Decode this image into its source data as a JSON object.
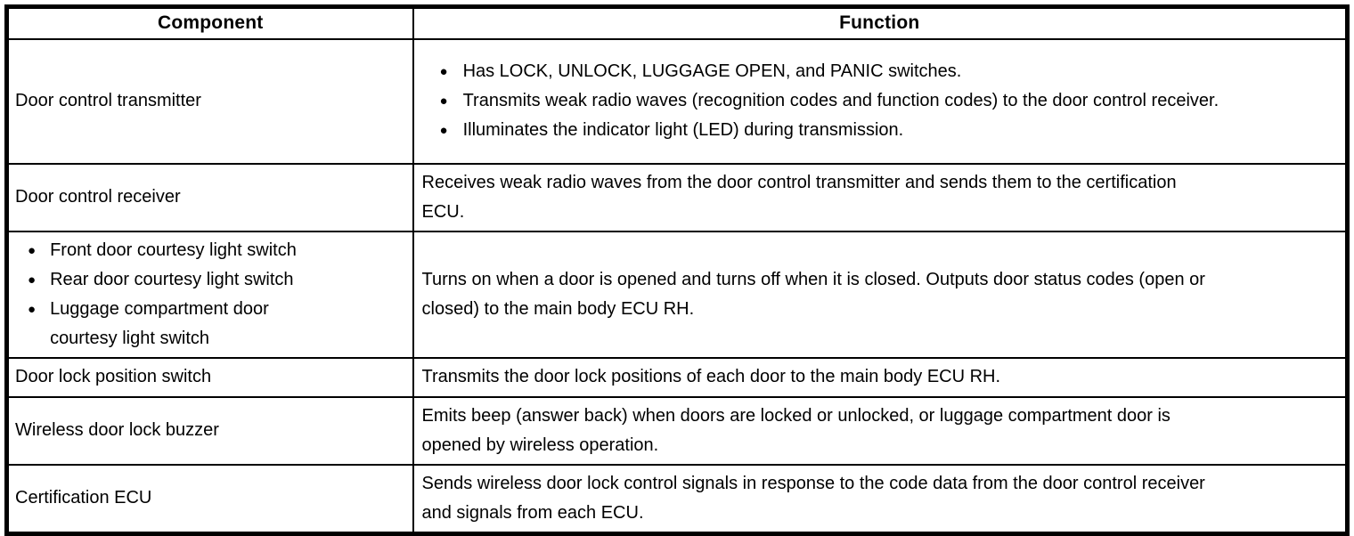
{
  "bullet_glyph": "●",
  "colors": {
    "border": "#000000",
    "background": "#ffffff",
    "text": "#000000"
  },
  "header": {
    "component": "Component",
    "function": "Function"
  },
  "rows": [
    {
      "component_text": "Door control transmitter",
      "function_bullets": [
        "Has LOCK, UNLOCK, LUGGAGE OPEN, and PANIC switches.",
        "Transmits weak radio waves (recognition codes and function codes) to the door control receiver.",
        "Illuminates the indicator light (LED) during transmission."
      ]
    },
    {
      "component_text": "Door control receiver",
      "function_text": "Receives weak radio waves from the door control transmitter and sends them to the certification ECU."
    },
    {
      "component_bullets": [
        "Front door courtesy light switch",
        "Rear door courtesy light switch",
        "Luggage compartment door courtesy light switch"
      ],
      "function_text": "Turns on when a door is opened and turns off when it is closed. Outputs door status codes (open or closed) to the main body ECU RH."
    },
    {
      "component_text": "Door lock position switch",
      "function_text": "Transmits the door lock positions of each door to the main body ECU RH."
    },
    {
      "component_text": "Wireless door lock buzzer",
      "function_text": "Emits beep (answer back) when doors are locked or unlocked, or luggage compartment door is opened by wireless operation."
    },
    {
      "component_text": "Certification ECU",
      "function_text": "Sends wireless door lock control signals in response to the code data from the door control receiver and signals from each ECU."
    }
  ]
}
